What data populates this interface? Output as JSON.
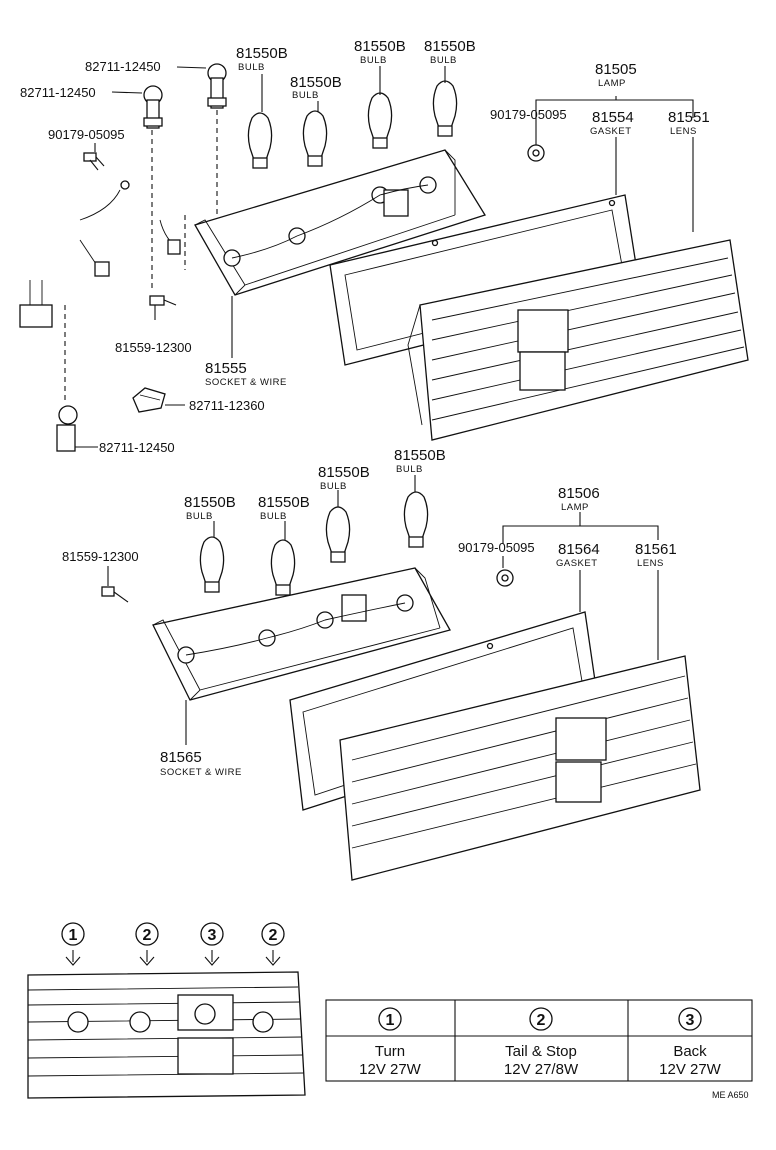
{
  "upper": {
    "bulb_part": "81550B",
    "bulb_sub": "BULB",
    "lamp_part": "81505",
    "lamp_sub": "LAMP",
    "gasket_part": "81554",
    "gasket_sub": "GASKET",
    "lens_part": "81551",
    "lens_sub": "LENS",
    "screw_nut": "90179-05095",
    "holder_a": "82711-12450",
    "holder_b": "82711-12450",
    "holder_c": "82711-12450",
    "screw_left": "90179-05095",
    "screw_bottom": "81559-12300",
    "socket_part": "81555",
    "socket_sub": "SOCKET & WIRE",
    "clamp_part": "82711-12360"
  },
  "lower": {
    "bulb_part": "81550B",
    "bulb_sub": "BULB",
    "lamp_part": "81506",
    "lamp_sub": "LAMP",
    "gasket_part": "81564",
    "gasket_sub": "GASKET",
    "lens_part": "81561",
    "lens_sub": "LENS",
    "screw_nut": "90179-05095",
    "screw_left": "81559-12300",
    "socket_part": "81565",
    "socket_sub": "SOCKET & WIRE"
  },
  "key": {
    "markers": [
      "1",
      "2",
      "3",
      "2"
    ]
  },
  "table": {
    "columns": [
      {
        "num": "1",
        "line1": "Turn",
        "line2": "12V 27W"
      },
      {
        "num": "2",
        "line1": "Tail & Stop",
        "line2": "12V 27/8W"
      },
      {
        "num": "3",
        "line1": "Back",
        "line2": "12V 27W"
      }
    ]
  },
  "footer": "ME  A650"
}
